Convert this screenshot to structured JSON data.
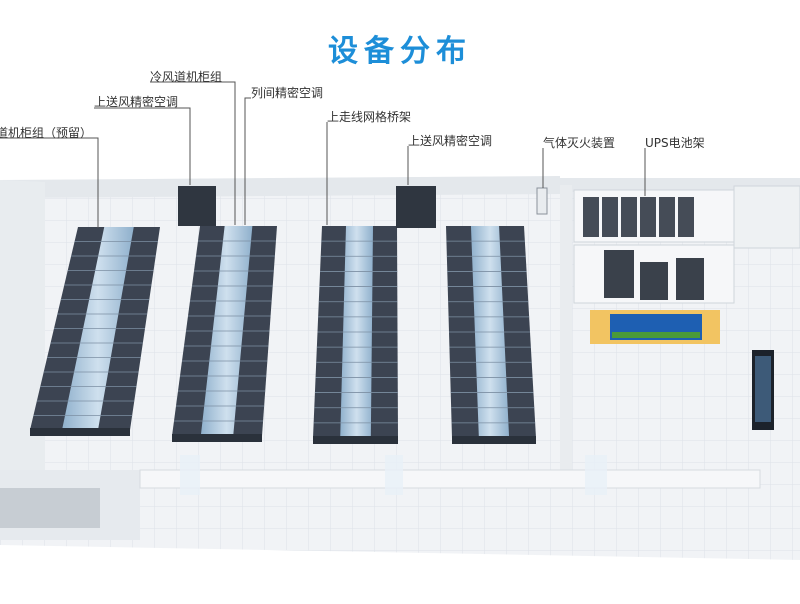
{
  "title": "设备分布",
  "callouts": {
    "cold_aisle_cabinet_group": "冷风道机柜组",
    "inter_row_ac": "列间精密空调",
    "top_supply_ac_left": "上送风精密空调",
    "reserved_cabinet_group": "道机柜组（预留）",
    "overhead_cable_tray": "上走线网格桥架",
    "top_supply_ac_right": "上送风精密空调",
    "gas_fire_suppression": "气体灭火装置",
    "ups_battery_rack": "UPS电池架"
  },
  "colors": {
    "title": "#1d8ed8",
    "cabinet_dark": "#3c4452",
    "cabinet_light": "#9fb9d0",
    "floor": "#eef1f4",
    "wall": "#dfe3e7",
    "sign_gold": "#f2c462",
    "sign_blue": "#1e5fb2"
  }
}
